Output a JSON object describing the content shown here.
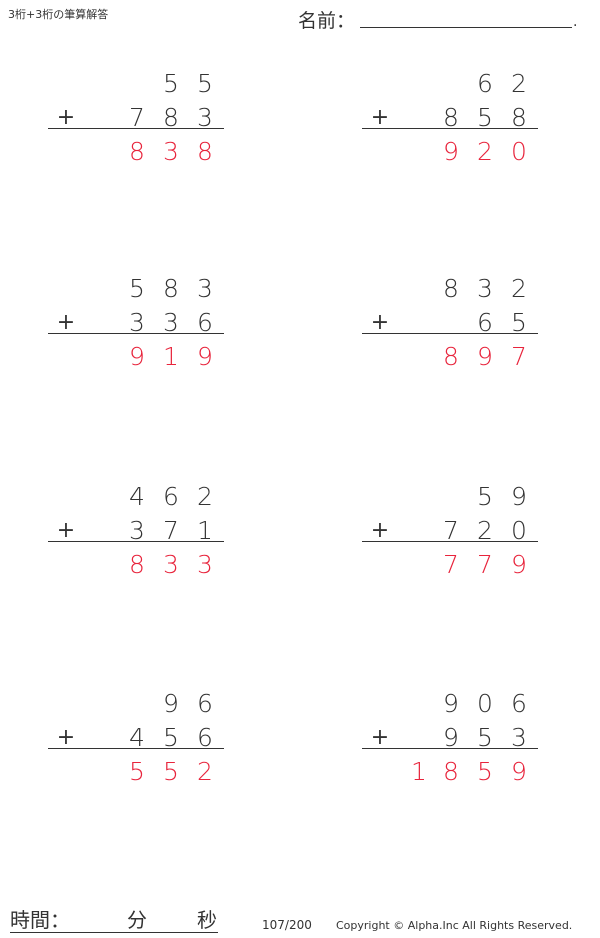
{
  "header": {
    "title": "3桁+3桁の筆算解答",
    "name_label": "名前：",
    "name_end": "."
  },
  "operator": "+",
  "problems": [
    {
      "top": [
        "",
        "",
        "5",
        "5"
      ],
      "bottom": [
        "",
        "7",
        "8",
        "3"
      ],
      "answer": [
        "",
        "8",
        "3",
        "8"
      ]
    },
    {
      "top": [
        "",
        "",
        "6",
        "2"
      ],
      "bottom": [
        "",
        "8",
        "5",
        "8"
      ],
      "answer": [
        "",
        "9",
        "2",
        "0"
      ]
    },
    {
      "top": [
        "",
        "5",
        "8",
        "3"
      ],
      "bottom": [
        "",
        "3",
        "3",
        "6"
      ],
      "answer": [
        "",
        "9",
        "1",
        "9"
      ]
    },
    {
      "top": [
        "",
        "8",
        "3",
        "2"
      ],
      "bottom": [
        "",
        "",
        "6",
        "5"
      ],
      "answer": [
        "",
        "8",
        "9",
        "7"
      ]
    },
    {
      "top": [
        "",
        "4",
        "6",
        "2"
      ],
      "bottom": [
        "",
        "3",
        "7",
        "1"
      ],
      "answer": [
        "",
        "8",
        "3",
        "3"
      ]
    },
    {
      "top": [
        "",
        "",
        "5",
        "9"
      ],
      "bottom": [
        "",
        "7",
        "2",
        "0"
      ],
      "answer": [
        "",
        "7",
        "7",
        "9"
      ]
    },
    {
      "top": [
        "",
        "",
        "9",
        "6"
      ],
      "bottom": [
        "",
        "4",
        "5",
        "6"
      ],
      "answer": [
        "",
        "5",
        "5",
        "2"
      ]
    },
    {
      "top": [
        "",
        "9",
        "0",
        "6"
      ],
      "bottom": [
        "",
        "9",
        "5",
        "3"
      ],
      "answer": [
        "1",
        "8",
        "5",
        "9"
      ]
    }
  ],
  "footer": {
    "time_label": "時間：",
    "minutes_label": "分",
    "seconds_label": "秒",
    "page": "107/200",
    "copyright": "Copyright © Alpha.Inc All Rights Reserved."
  },
  "colors": {
    "text": "#333333",
    "answer": "#e8243c"
  }
}
